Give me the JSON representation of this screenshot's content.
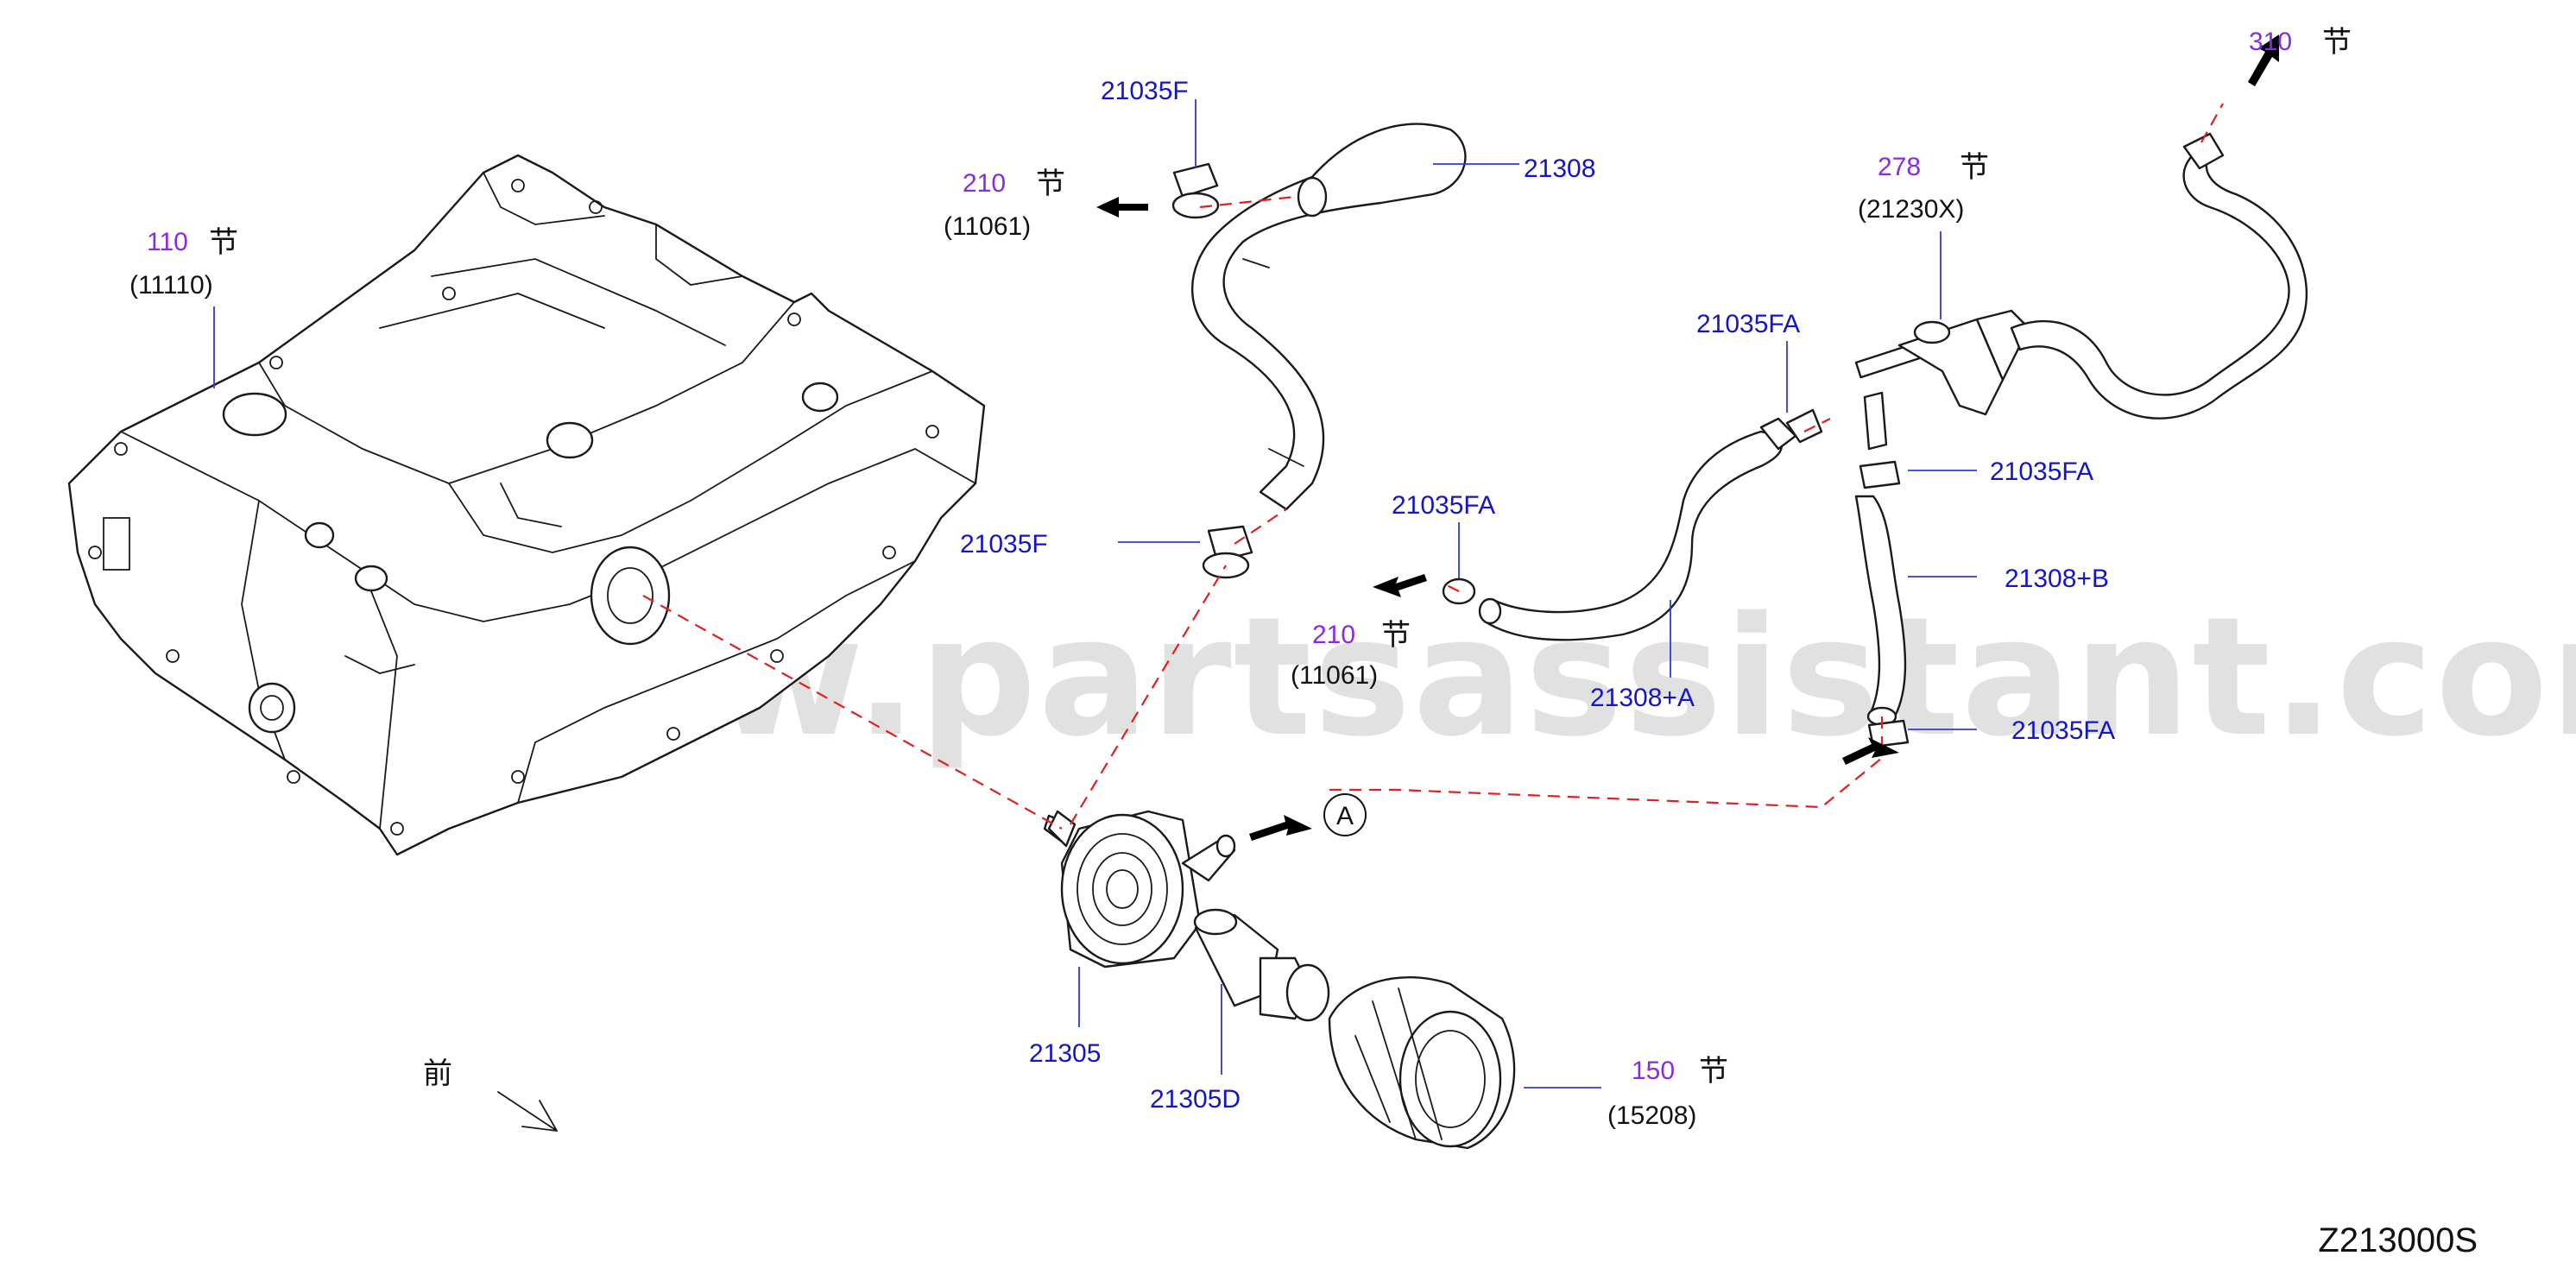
{
  "diagram_code": "Z213000S",
  "watermark": "www.partsassistant.com",
  "front_marker": "前",
  "circle_marker": "A",
  "section_suffix": "节",
  "references": [
    {
      "id": "oil-pan",
      "section": "110",
      "part": "(11110)"
    },
    {
      "id": "water-outlet-top",
      "section": "210",
      "part": "(11061)"
    },
    {
      "id": "water-outlet-mid",
      "section": "210",
      "part": "(11061)"
    },
    {
      "id": "thermostat-housing",
      "section": "278",
      "part": "(21230X)"
    },
    {
      "id": "upper-right",
      "section": "310"
    },
    {
      "id": "oil-filter",
      "section": "150",
      "part": "(15208)"
    }
  ],
  "part_labels": {
    "clamp_top": "21035F",
    "hose_top": "21308",
    "clamp_mid": "21035F",
    "clamp_a1": "21035FA",
    "clamp_a2": "21035FA",
    "clamp_a3": "21035FA",
    "clamp_a4": "21035FA",
    "hose_a": "21308+A",
    "hose_b": "21308+B",
    "cooler": "21305",
    "connector": "21305D"
  }
}
